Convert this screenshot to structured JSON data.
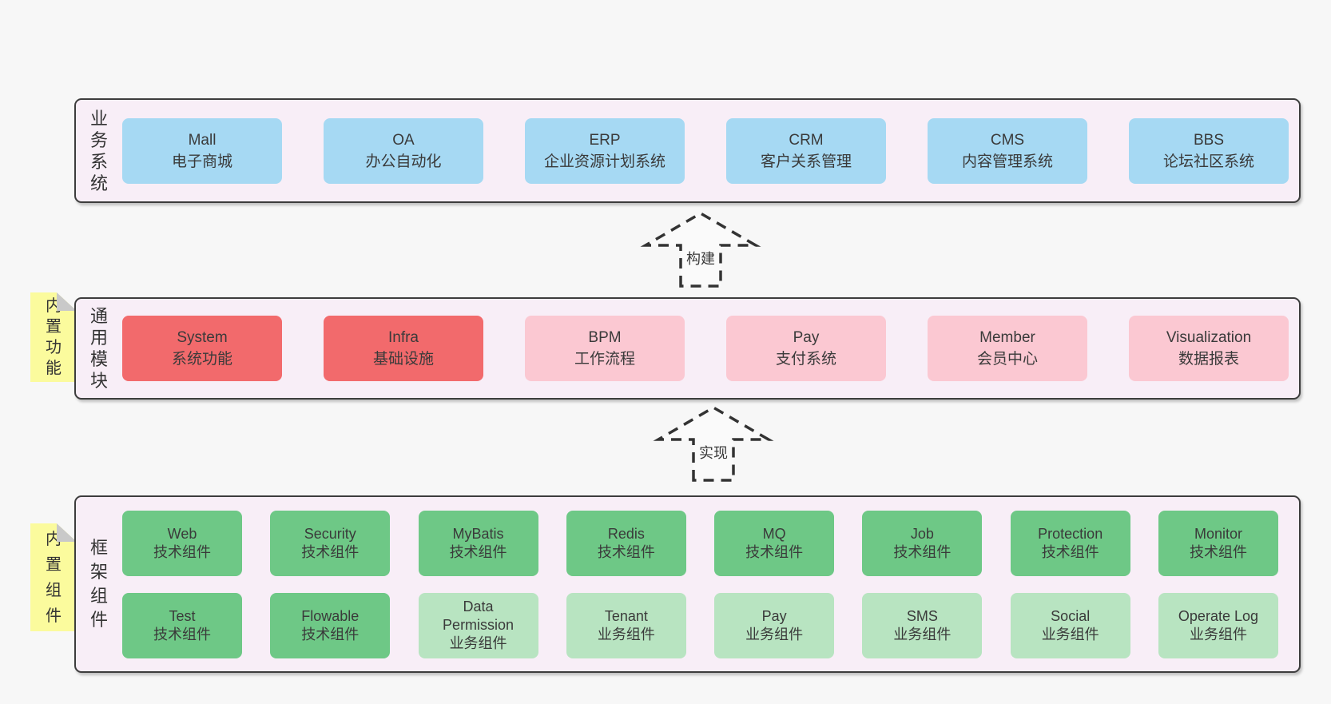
{
  "page": {
    "background": "#f7f7f7"
  },
  "colors": {
    "container_bg": "#f8eef7",
    "container_border": "#3d3d3d",
    "blue": "#a6d9f3",
    "red": "#f26a6c",
    "pink": "#fbc8d2",
    "green": "#6ec886",
    "light_green": "#b8e4c1",
    "sticky_yellow": "#fbfb9d",
    "sticky_fold": "#c9c9c9",
    "text": "#3a3a3a",
    "arrow_stroke": "#333333"
  },
  "layers": {
    "business": {
      "side_label": "业务系统",
      "boxes": [
        {
          "title": "Mall",
          "subtitle": "电子商城",
          "color": "blue"
        },
        {
          "title": "OA",
          "subtitle": "办公自动化",
          "color": "blue"
        },
        {
          "title": "ERP",
          "subtitle": "企业资源计划系统",
          "color": "blue"
        },
        {
          "title": "CRM",
          "subtitle": "客户关系管理",
          "color": "blue"
        },
        {
          "title": "CMS",
          "subtitle": "内容管理系统",
          "color": "blue"
        },
        {
          "title": "BBS",
          "subtitle": "论坛社区系统",
          "color": "blue"
        }
      ]
    },
    "modules": {
      "sticky_label": "内置功能",
      "side_label": "通用模块",
      "boxes": [
        {
          "title": "System",
          "subtitle": "系统功能",
          "color": "red"
        },
        {
          "title": "Infra",
          "subtitle": "基础设施",
          "color": "red"
        },
        {
          "title": "BPM",
          "subtitle": "工作流程",
          "color": "pink"
        },
        {
          "title": "Pay",
          "subtitle": "支付系统",
          "color": "pink"
        },
        {
          "title": "Member",
          "subtitle": "会员中心",
          "color": "pink"
        },
        {
          "title": "Visualization",
          "subtitle": "数据报表",
          "color": "pink"
        }
      ]
    },
    "components": {
      "sticky_label": "内置组件",
      "side_label": "框架组件",
      "rows": [
        [
          {
            "title": "Web",
            "subtitle": "技术组件",
            "color": "green"
          },
          {
            "title": "Security",
            "subtitle": "技术组件",
            "color": "green"
          },
          {
            "title": "MyBatis",
            "subtitle": "技术组件",
            "color": "green"
          },
          {
            "title": "Redis",
            "subtitle": "技术组件",
            "color": "green"
          },
          {
            "title": "MQ",
            "subtitle": "技术组件",
            "color": "green"
          },
          {
            "title": "Job",
            "subtitle": "技术组件",
            "color": "green"
          },
          {
            "title": "Protection",
            "subtitle": "技术组件",
            "color": "green"
          },
          {
            "title": "Monitor",
            "subtitle": "技术组件",
            "color": "green"
          }
        ],
        [
          {
            "title": "Test",
            "subtitle": "技术组件",
            "color": "green"
          },
          {
            "title": "Flowable",
            "subtitle": "技术组件",
            "color": "green"
          },
          {
            "title": "Data Permission",
            "subtitle": "业务组件",
            "color": "light_green"
          },
          {
            "title": "Tenant",
            "subtitle": "业务组件",
            "color": "light_green"
          },
          {
            "title": "Pay",
            "subtitle": "业务组件",
            "color": "light_green"
          },
          {
            "title": "SMS",
            "subtitle": "业务组件",
            "color": "light_green"
          },
          {
            "title": "Social",
            "subtitle": "业务组件",
            "color": "light_green"
          },
          {
            "title": "Operate Log",
            "subtitle": "业务组件",
            "color": "light_green"
          }
        ]
      ]
    }
  },
  "arrows": [
    {
      "label": "构建"
    },
    {
      "label": "实现"
    }
  ]
}
